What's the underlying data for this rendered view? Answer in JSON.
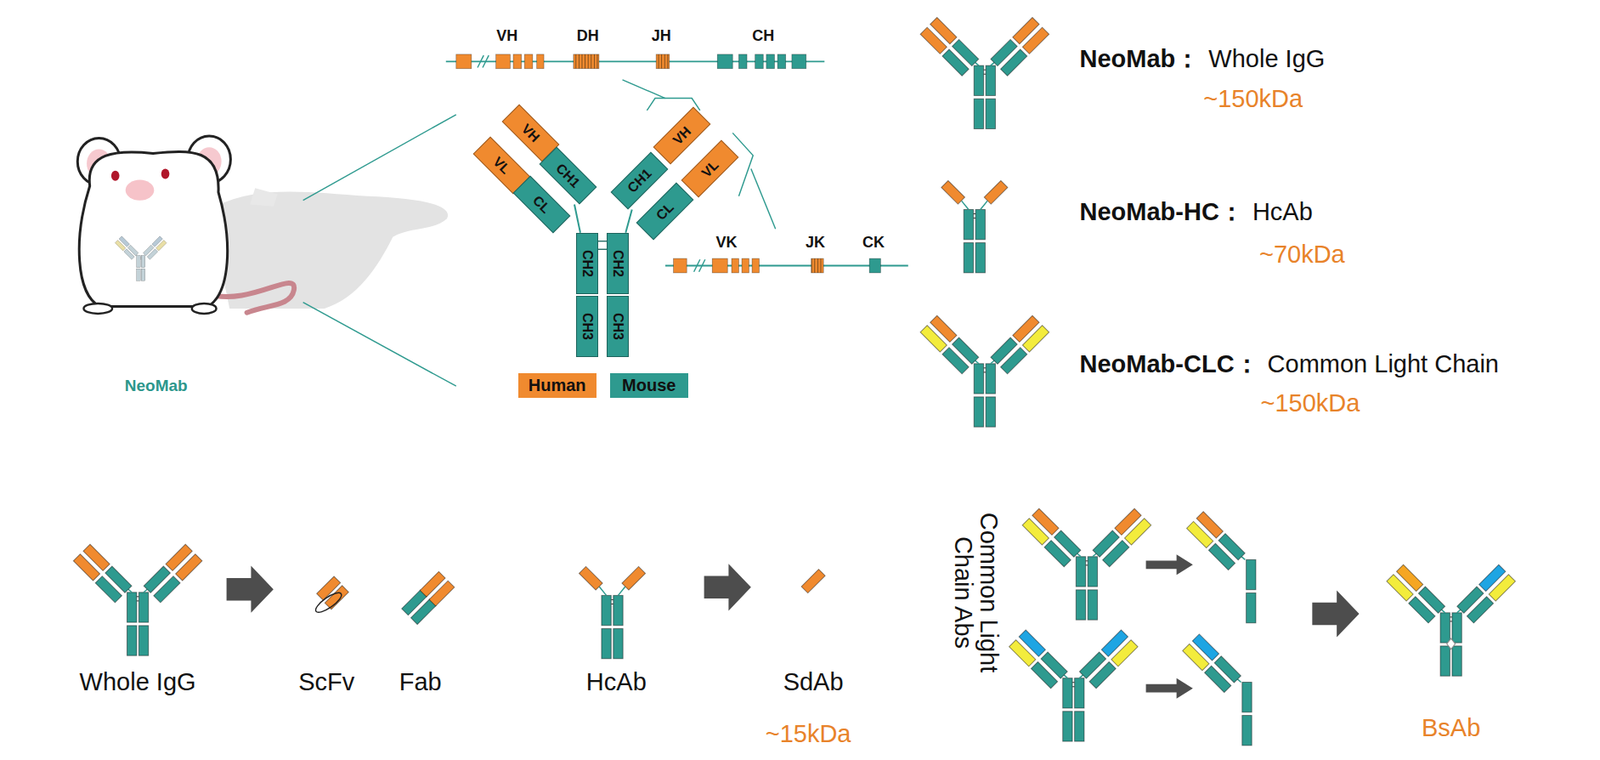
{
  "diagram": {
    "nodes": [
      {
        "text": [
          "VH"
        ]
      },
      {
        "text": [
          "VL"
        ]
      },
      {
        "text": [
          "CH1"
        ]
      },
      {
        "text": [
          "CL"
        ]
      },
      {
        "text": [
          "CH1"
        ]
      },
      {
        "text": [
          "VH"
        ]
      },
      {
        "text": [
          "CL"
        ]
      },
      {
        "text": [
          "VL"
        ]
      },
      {
        "text": [
          "CH2"
        ]
      },
      {
        "text": [
          "CH2"
        ]
      },
      {
        "text": [
          "CH3"
        ]
      },
      {
        "text": [
          "CH3"
        ]
      }
    ],
    "edges": [
      {
        "from": 2,
        "to": 8,
        "arrow": "none"
      },
      {
        "from": 4,
        "to": 9,
        "arrow": "none"
      }
    ],
    "labels": [
      "VH",
      "DH",
      "JH",
      "CH",
      "VK",
      "JK",
      "CK",
      "NeoMab",
      "NeoMab：",
      "Whole IgG",
      "~150kDa",
      "NeoMab-HC：",
      "HcAb",
      "~70kDa",
      "NeoMab-CLC：",
      "Common Light Chain",
      "~150kDa",
      "Whole IgG",
      "ScFv",
      "Fab",
      "HcAb",
      "SdAb",
      "~15kDa",
      "Common Light Chain Abs",
      "BsAb"
    ],
    "legend": [
      {
        "text": "Human",
        "color": "#F08A2F"
      },
      {
        "text": "Mouse",
        "color": "#2E9A8F"
      }
    ]
  }
}
